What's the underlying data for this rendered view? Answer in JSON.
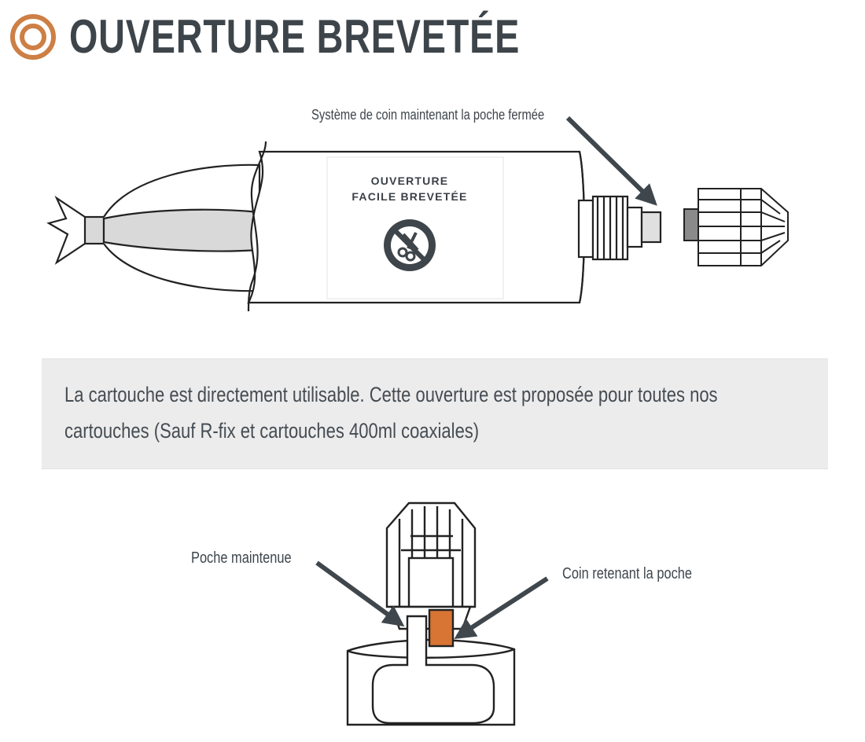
{
  "header": {
    "title": "OUVERTURE BREVETÉE",
    "icon": "target-icon",
    "icon_color": "#cd7f45"
  },
  "diagram_top": {
    "tube_label": "OUVERTURE\nFACILE BREVETÉE",
    "no_scissors_icon": "no-scissors-icon",
    "callout_wedge": "Système de coin maintenant la poche fermée"
  },
  "info": {
    "text": "La cartouche est directement utilisable. Cette ouverture est proposée pour toutes nos cartouches (Sauf R-fix et cartouches 400ml coaxiales)",
    "background": "#ececec"
  },
  "diagram_bottom": {
    "callout_pouch": "Poche maintenue",
    "callout_wedge": "Coin retenant la poche",
    "wedge_color": "#d87434"
  },
  "colors": {
    "text_dark": "#3d454b",
    "arrow": "#3f474d",
    "accent": "#cd7f45"
  }
}
